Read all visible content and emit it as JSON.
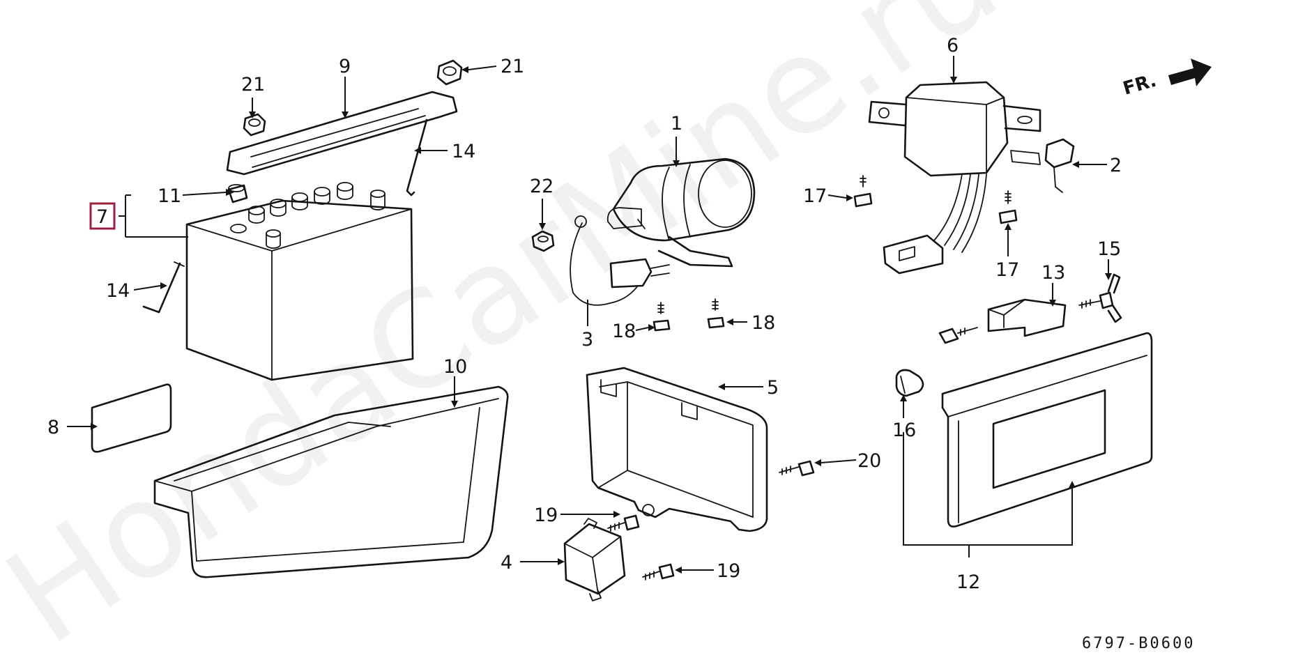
{
  "watermark": "HondaCarMine.ru",
  "diagram_code": "6797-B0600",
  "direction_label": "FR.",
  "highlighted_part": "7",
  "callouts": {
    "p1": "1",
    "p2": "2",
    "p3": "3",
    "p4": "4",
    "p5": "5",
    "p6": "6",
    "p7": "7",
    "p8": "8",
    "p9": "9",
    "p10": "10",
    "p11": "11",
    "p12": "12",
    "p13": "13",
    "p14a": "14",
    "p14b": "14",
    "p15": "15",
    "p16": "16",
    "p17a": "17",
    "p17b": "17",
    "p18a": "18",
    "p18b": "18",
    "p19a": "19",
    "p19b": "19",
    "p20": "20",
    "p21a": "21",
    "p21b": "21",
    "p22": "22"
  }
}
